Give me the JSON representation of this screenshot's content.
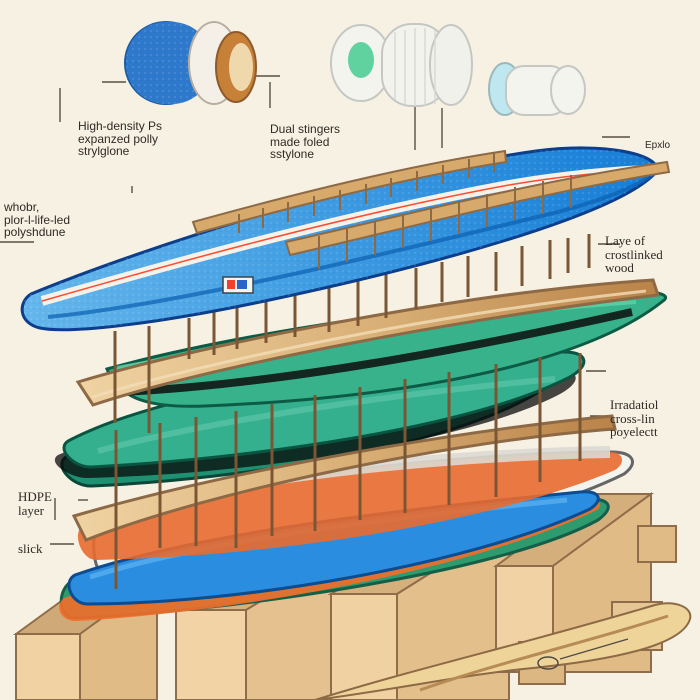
{
  "colors": {
    "background": "#f6f1e3",
    "blue_board": "#2a8fe1",
    "green_board": "#2fa57f",
    "wood": "#d8b37b",
    "orange_board": "#e7672d",
    "gray_board": "#d7d5cd",
    "line": "#5a4d42"
  },
  "icons": {
    "roll_1": "textured-roll-icon",
    "roll_2": "white-roll-icon",
    "roll_3": "tube-icon"
  },
  "labels": {
    "high_density": [
      "High-density Ps",
      "expanzed polly",
      "strylglone"
    ],
    "dual_stingers": [
      "Dual stingers",
      "made foled",
      "sstylone"
    ],
    "epoxy": "Epxlo",
    "whobr": [
      "whobr,",
      "plor-l-life-led",
      "polyshdune"
    ],
    "laye_of": [
      "Laye of",
      "crostlinked",
      "wood"
    ],
    "irradiation": [
      "Irradatiol",
      "cross-lin",
      "poyelectt"
    ],
    "hdpe": [
      "HDPE",
      "layer"
    ],
    "slick": "slick"
  },
  "board_marks": {
    "red_logo": "□"
  }
}
